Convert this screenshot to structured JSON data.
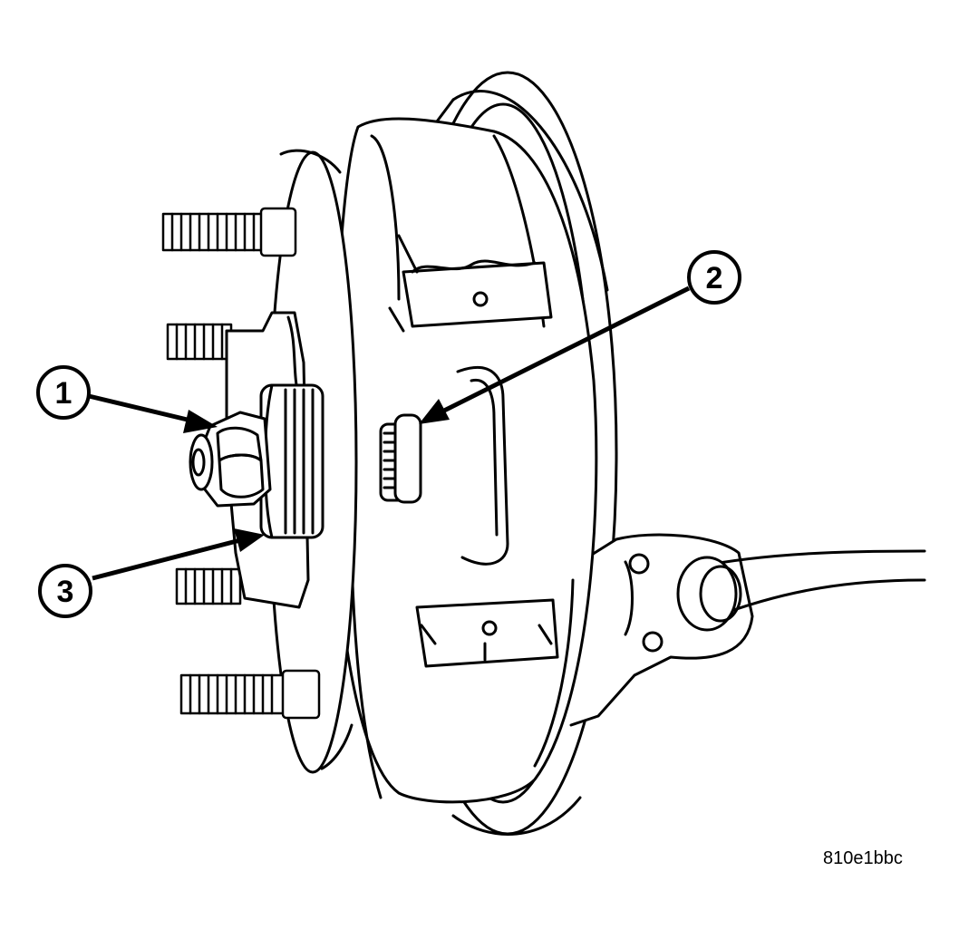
{
  "figure": {
    "id": "810e1bbc",
    "stroke_color": "#000000",
    "background_color": "#ffffff"
  },
  "callouts": [
    {
      "number": "1"
    },
    {
      "number": "2"
    },
    {
      "number": "3"
    }
  ]
}
